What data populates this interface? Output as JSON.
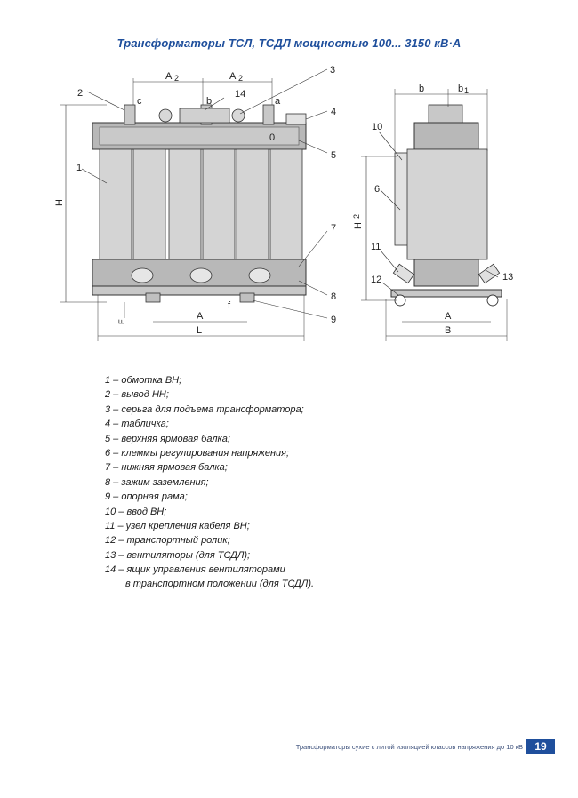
{
  "title": "Трансформаторы  ТСЛ, ТСДЛ  мощностью  100... 3150 кВ·А",
  "front_view": {
    "dimension_labels": {
      "a2_left": "A",
      "a2_left_sub": "2",
      "a2_right": "A",
      "a2_right_sub": "2",
      "c": "c",
      "b": "b",
      "a": "a",
      "o": "0",
      "h": "H",
      "e": "E",
      "f": "f",
      "a_bottom": "A",
      "l": "L"
    },
    "callouts": [
      "1",
      "2",
      "3",
      "4",
      "5",
      "7",
      "8",
      "9",
      "14"
    ]
  },
  "side_view": {
    "dimension_labels": {
      "b": "b",
      "b1": "b",
      "b1_sub": "1",
      "h2": "H",
      "h2_sub": "2",
      "a": "A",
      "b_bottom": "B"
    },
    "callouts": [
      "10",
      "6",
      "11",
      "12",
      "13"
    ]
  },
  "legend": [
    "1 – обмотка ВН;",
    "2 – вывод НН;",
    "3 – серьга для подъема трансформатора;",
    "4 – табличка;",
    "5 – верхняя ярмовая балка;",
    "6 – клеммы регулирования напряжения;",
    "7 – нижняя ярмовая балка;",
    "8 – зажим заземления;",
    "9 – опорная рама;",
    "10 – ввод ВН;",
    "11 – узел крепления кабеля ВН;",
    "12 – транспортный ролик;",
    "13 – вентиляторы (для ТСДЛ);",
    "14 – ящик управления вентиляторами",
    "в транспортном положении (для ТСДЛ)."
  ],
  "footer": {
    "text": "Трансформаторы сухие с литой изоляцией классов напряжения до 10 кВ",
    "page_number": "19"
  },
  "colors": {
    "title": "#1f4f9c",
    "badge": "#1f4f9c",
    "coil": "#d4d4d4",
    "yoke": "#b8b8b8",
    "frame": "#c8c8c8",
    "line": "#333333"
  }
}
